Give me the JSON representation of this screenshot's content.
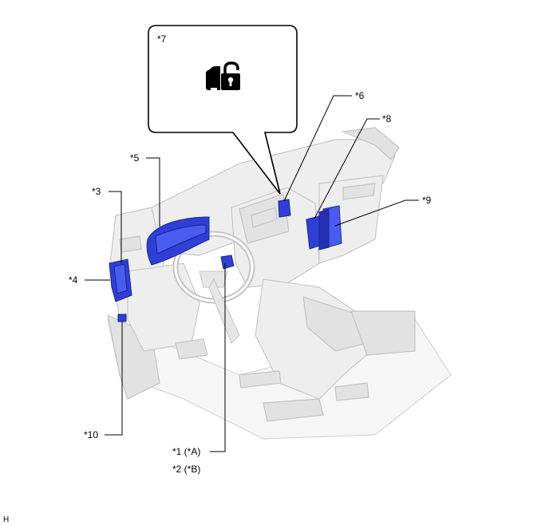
{
  "callouts": {
    "c1": "*1 (*A)",
    "c2": "*2 (*B)",
    "c3": "*3",
    "c4": "*4",
    "c5": "*5",
    "c6": "*6",
    "c7": "*7",
    "c8": "*8",
    "c9": "*9",
    "c10": "*10"
  },
  "corner_mark": "H",
  "inset_icon": "vehicle-lock-indicator-icon",
  "colors": {
    "highlight_parts": "#2f3fd6",
    "vehicle_body": "#eeeeee",
    "leader_lines": "#000000"
  }
}
